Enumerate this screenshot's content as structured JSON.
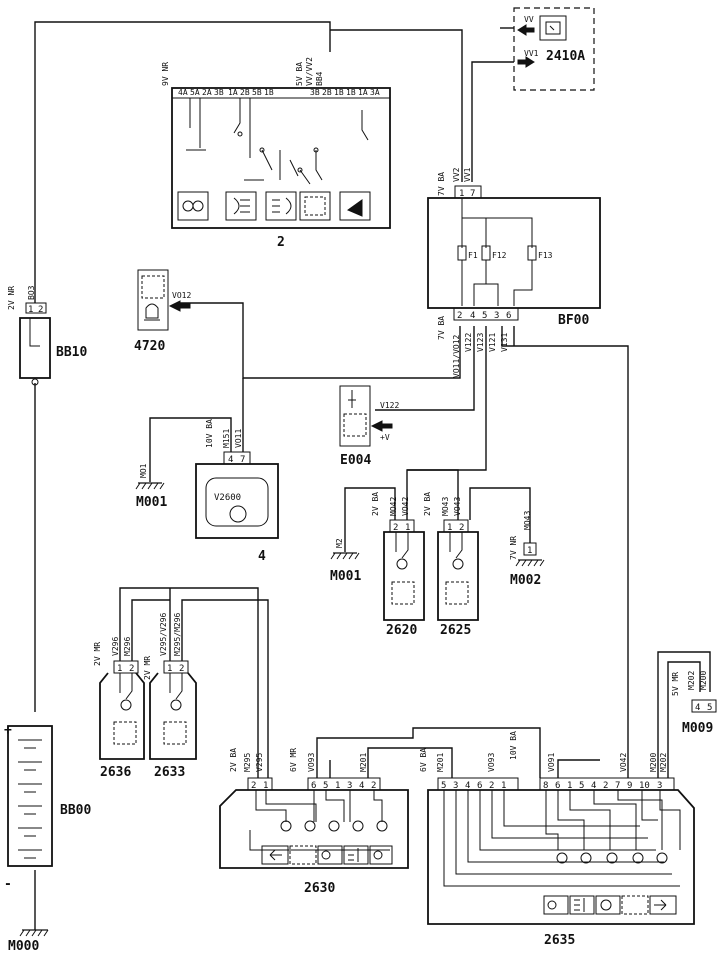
{
  "components": {
    "c2": {
      "label": "2",
      "wire_color": "9V NR",
      "wire_color2": "5V BA",
      "wires": "VV/VV2",
      "conn": "BB4",
      "pins": [
        "4A",
        "5A",
        "2A",
        "3B",
        "1A",
        "2B",
        "5B",
        "1B",
        "3B",
        "2B",
        "1B",
        "1B",
        "1A",
        "3A"
      ]
    },
    "c2410A": {
      "label": "2410A",
      "wire_vv": "VV",
      "wire_vv1": "VV1"
    },
    "bf00": {
      "label": "BF00",
      "wire_color_in": "7V BA",
      "wires_in": [
        "VV2",
        "VV1"
      ],
      "pins_in": [
        "1",
        "7"
      ],
      "fuses": [
        "F1",
        "F12",
        "F13"
      ],
      "wire_color_out": "7V BA",
      "wires_out": [
        "VO11/VO12",
        "V122",
        "V123",
        "V121",
        "V131"
      ],
      "pins_out": [
        "2",
        "4",
        "5",
        "3",
        "6"
      ]
    },
    "bb10": {
      "label": "BB10",
      "wire_color": "2V NR",
      "conn": "BO3",
      "pins": [
        "1",
        "2"
      ]
    },
    "c4720": {
      "label": "4720",
      "wire": "VO12"
    },
    "c4": {
      "label": "4",
      "inner": "V2600",
      "wire_color": "10V BA",
      "wires": [
        "M151",
        "VO11"
      ],
      "pins": [
        "4",
        "7"
      ]
    },
    "e004": {
      "label": "E004",
      "wire": "V122",
      "sign": "+V"
    },
    "m001a": {
      "label": "M001",
      "wire": "MO1"
    },
    "m001b": {
      "label": "M001",
      "wire": "M2"
    },
    "c2620": {
      "label": "2620",
      "wire_color": "2V BA",
      "wires": [
        "MO42",
        "VO42"
      ],
      "pins": [
        "2",
        "1"
      ]
    },
    "c2625": {
      "label": "2625",
      "wire_color": "2V BA",
      "wires": [
        "MO43",
        "VO43"
      ],
      "pins": [
        "1",
        "2"
      ]
    },
    "m002": {
      "label": "M002",
      "wire_color": "7V NR",
      "wire": "MO43",
      "pin": "1"
    },
    "c2636": {
      "label": "2636",
      "wire_color": "2V MR",
      "wires": [
        "V296",
        "M296"
      ],
      "pins": [
        "1",
        "2"
      ]
    },
    "c2633": {
      "label": "2633",
      "wire_color": "2V MR",
      "wires": [
        "V295/V296",
        "M295/M296"
      ],
      "pins": [
        "1",
        "2"
      ]
    },
    "m009": {
      "label": "M009",
      "wire_color": "5V MR",
      "wires": [
        "M202",
        "M200"
      ],
      "pins": [
        "4",
        "5"
      ]
    },
    "bb00": {
      "label": "BB00",
      "plus": "+",
      "minus": "-"
    },
    "m000": {
      "label": "M000"
    },
    "c2630": {
      "label": "2630",
      "wires_a": {
        "color": "2V BA",
        "wires": [
          "M295",
          "V295"
        ]
      },
      "wires_b": {
        "color": "6V MR",
        "wires": [
          "VO93",
          "M201"
        ]
      },
      "pins": [
        "2",
        "1",
        "6",
        "5",
        "1",
        "3",
        "4",
        "2"
      ]
    },
    "c2635": {
      "label": "2635",
      "wires_a": {
        "color": "6V BA",
        "wires": [
          "M201",
          "VO93"
        ]
      },
      "wires_b": {
        "color": "10V BA",
        "wires": [
          "VO91",
          "VO42",
          "M200",
          "M202"
        ]
      },
      "pins": [
        "5",
        "3",
        "4",
        "6",
        "2",
        "1",
        "8",
        "6",
        "1",
        "5",
        "4",
        "2",
        "7",
        "9",
        "10",
        "3"
      ]
    }
  }
}
